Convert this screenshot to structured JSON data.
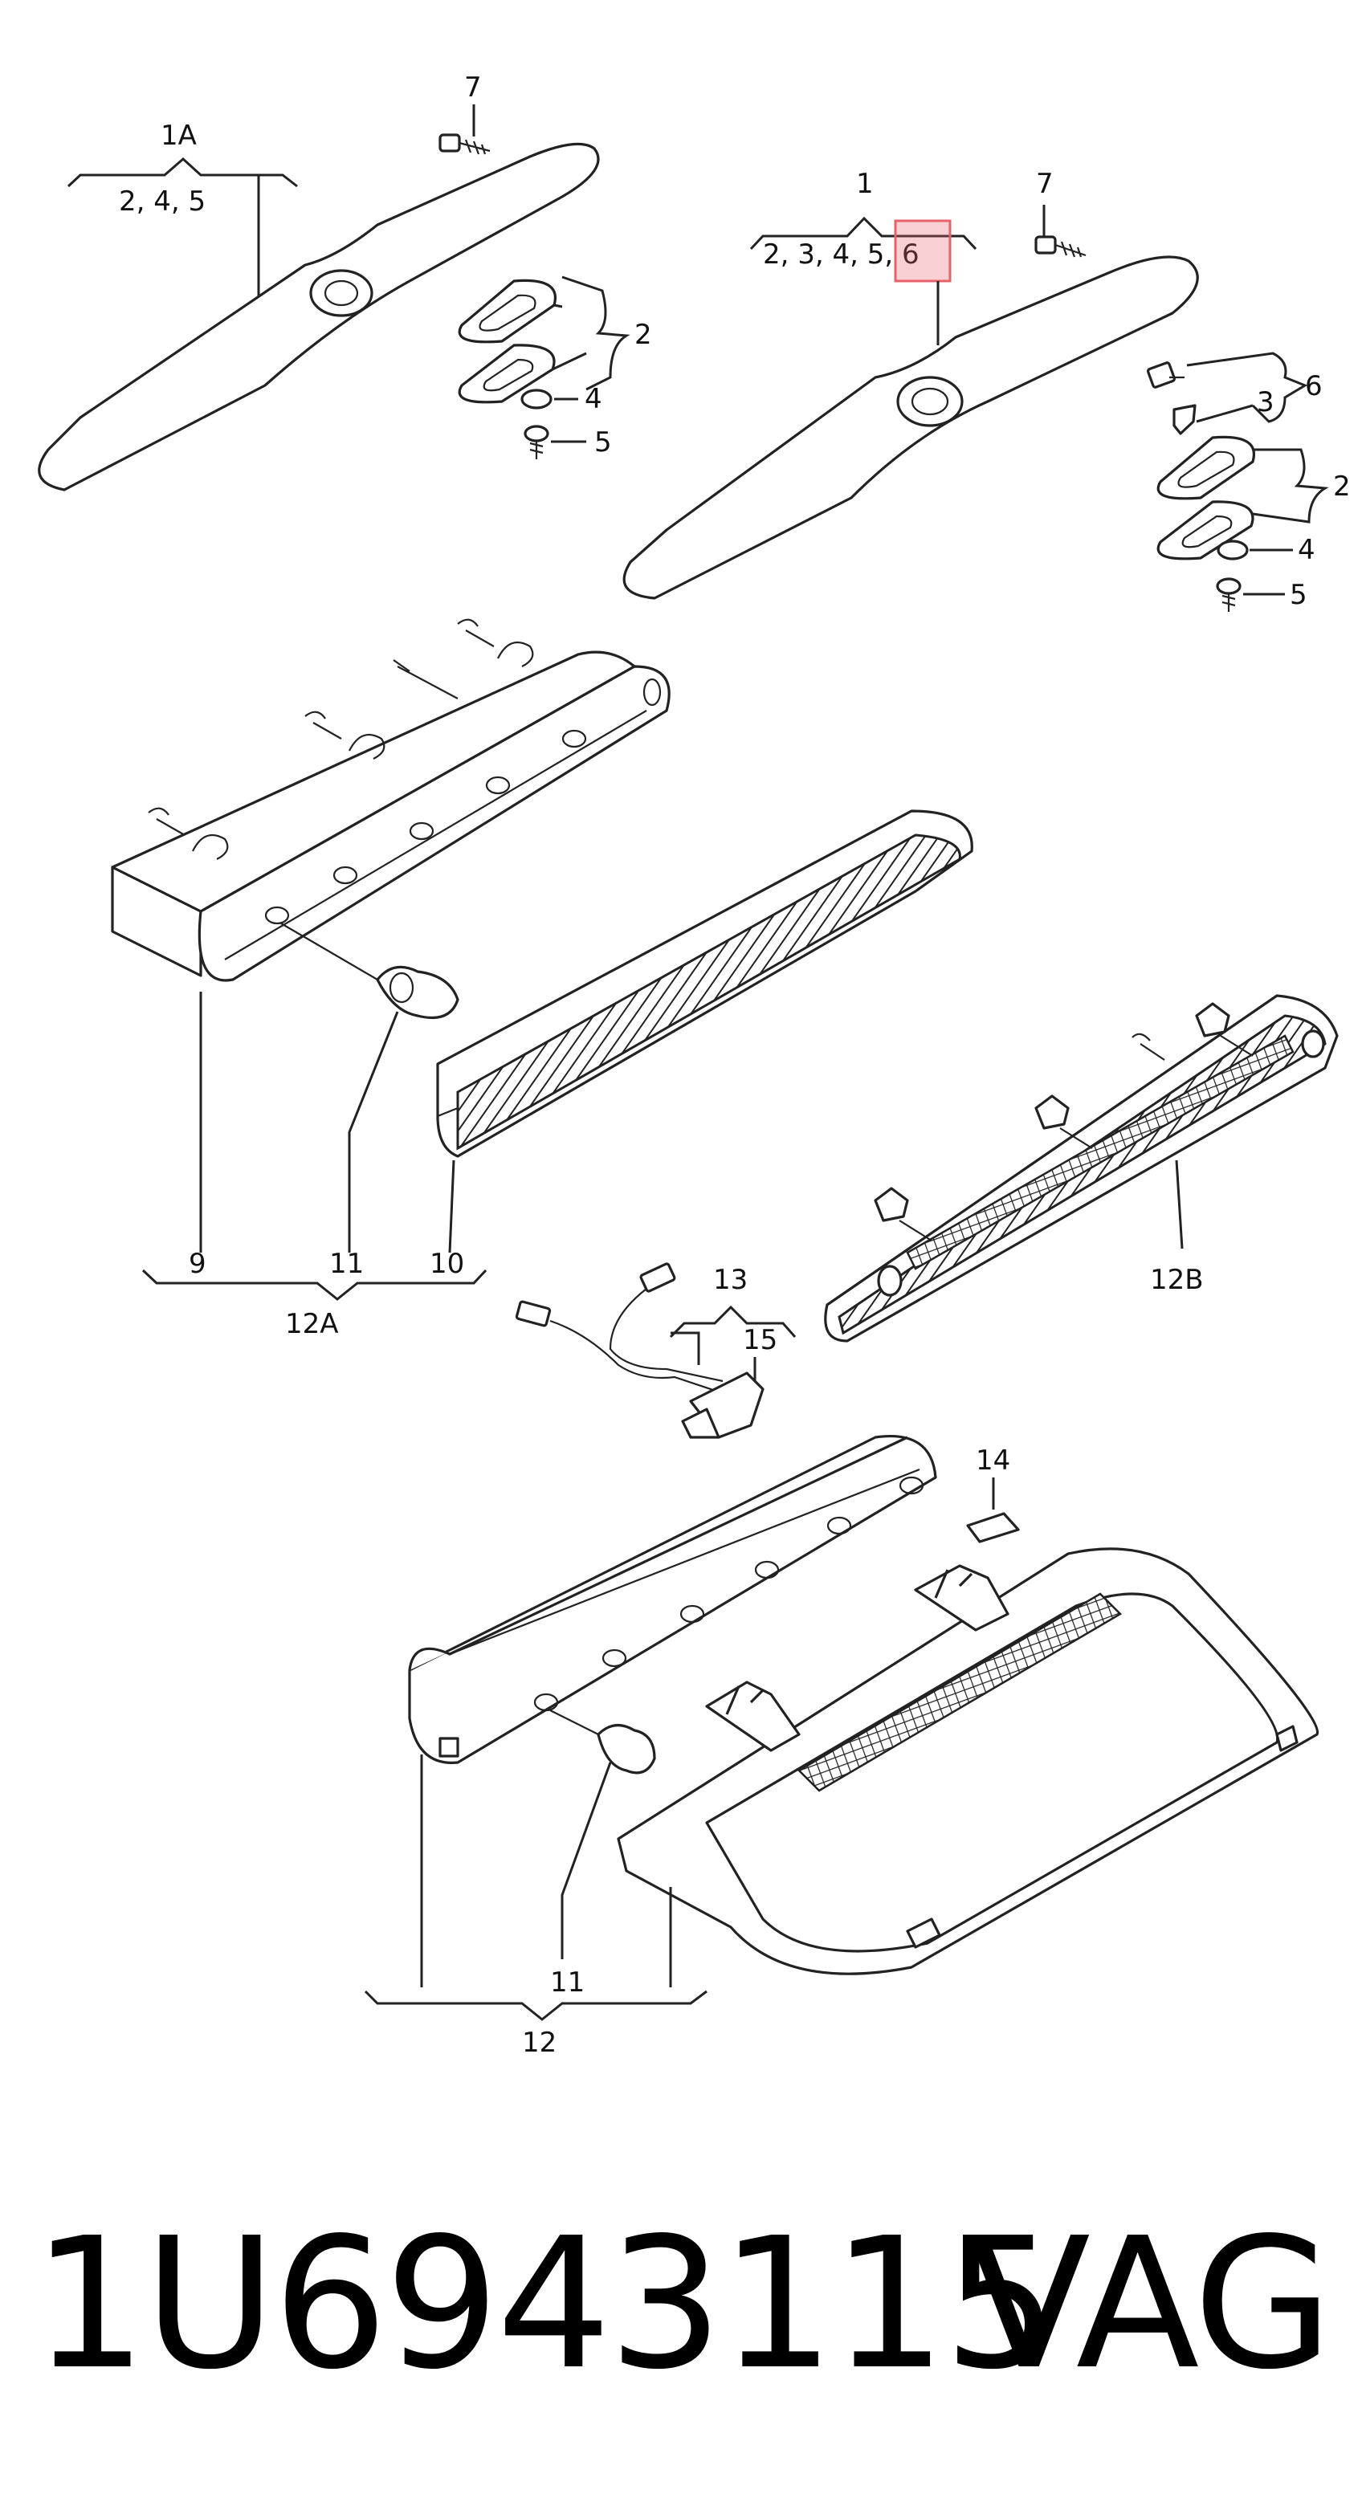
{
  "labels": {
    "l7a": "7",
    "l1A": "1A",
    "l245": "2, 4, 5",
    "l2a": "2",
    "l4a": "4",
    "l5a": "5",
    "l1": "1",
    "l23456": "2, 3, 4, 5, 6",
    "l7b": "7",
    "l6": "6",
    "l3": "3",
    "l2b": "2",
    "l4b": "4",
    "l5b": "5",
    "l9": "9",
    "l11a": "11",
    "l10": "10",
    "l12A": "12A",
    "l12B": "12B",
    "l13": "13",
    "l15": "15",
    "l14": "14",
    "l11b": "11",
    "l12": "12"
  },
  "highlight": {
    "color": "#e8606a",
    "label": "6"
  },
  "footer": {
    "part_number": "1U6943115",
    "brand": "VAG"
  }
}
